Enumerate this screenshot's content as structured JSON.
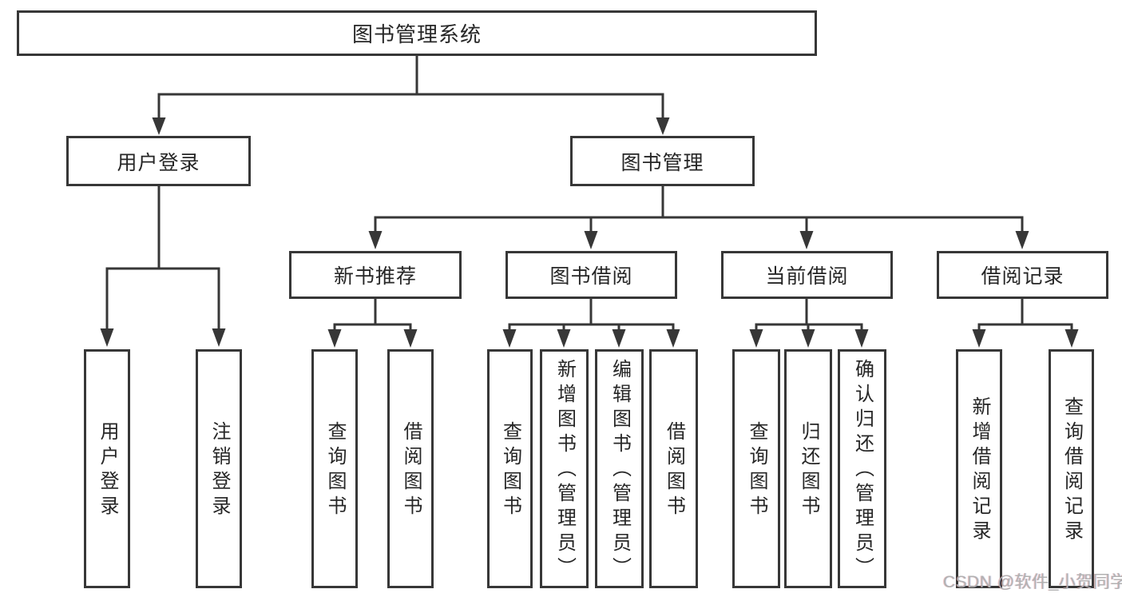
{
  "colors": {
    "line": "#373737",
    "text": "#262626",
    "background": "#ffffff",
    "watermark_gray": "#b1b1b1"
  },
  "diagram": {
    "title": "图书管理系统",
    "branches": [
      {
        "label": "用户登录",
        "children": [
          "用户登录",
          "注销登录"
        ]
      },
      {
        "label": "图书管理",
        "modules": [
          {
            "label": "新书推荐",
            "children": [
              "查询图书",
              "借阅图书"
            ]
          },
          {
            "label": "图书借阅",
            "children": [
              "查询图书",
              "新增图书（管理员）",
              "编辑图书（管理员）",
              "借阅图书"
            ]
          },
          {
            "label": "当前借阅",
            "children": [
              "查询图书",
              "归还图书",
              "确认归还（管理员）"
            ]
          },
          {
            "label": "借阅记录",
            "children": [
              "新增借阅记录",
              "查询借阅记录"
            ]
          }
        ]
      }
    ]
  },
  "watermark": "CSDN @软件_小贺同学"
}
